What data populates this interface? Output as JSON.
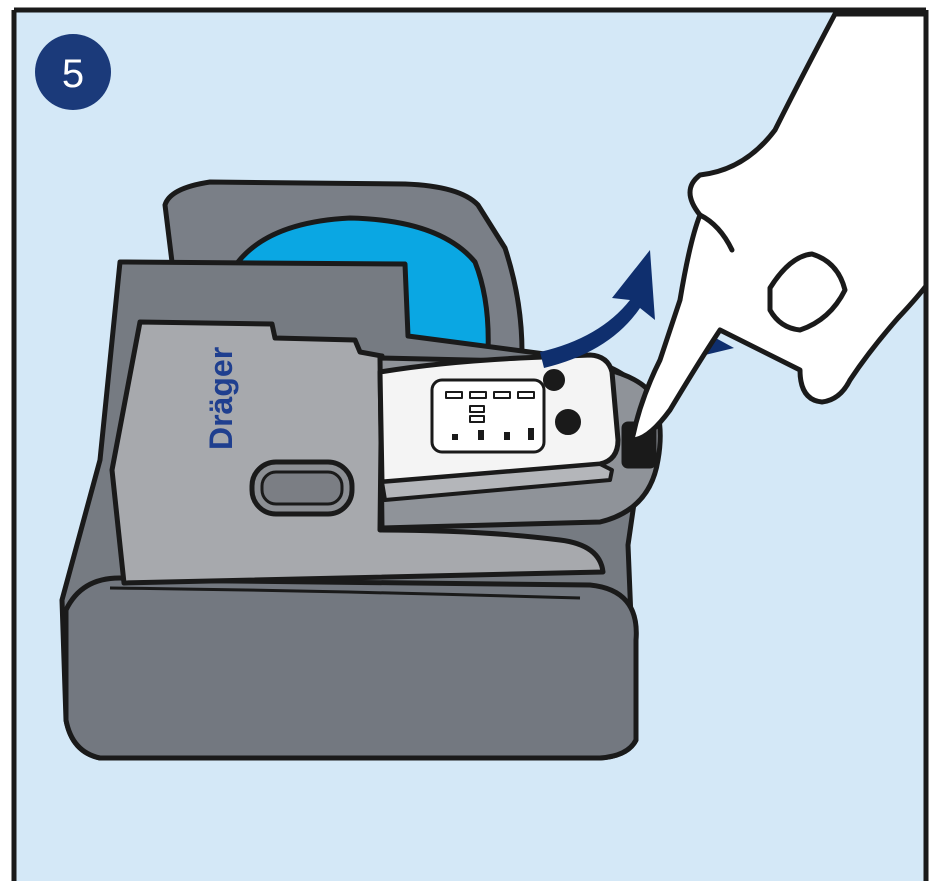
{
  "step": {
    "number": "5"
  },
  "brand": {
    "logo_text": "Dräger"
  },
  "colors": {
    "background": "#d4e8f7",
    "frame": "#1a1a1a",
    "step_badge": "#1b3a7a",
    "brand_blue": "#1f3f8f",
    "arrow_blue": "#0f2f6e",
    "housing_dark": "#767b82",
    "housing_mid": "#8f9399",
    "panel_light": "#a7a9ad",
    "window_blue": "#0aa7e3",
    "device_white": "#f4f4f4",
    "hand_white": "#ffffff"
  },
  "icons": [
    "step-number-badge",
    "curved-lift-arrow",
    "push-down-arrow",
    "pointing-hand"
  ]
}
